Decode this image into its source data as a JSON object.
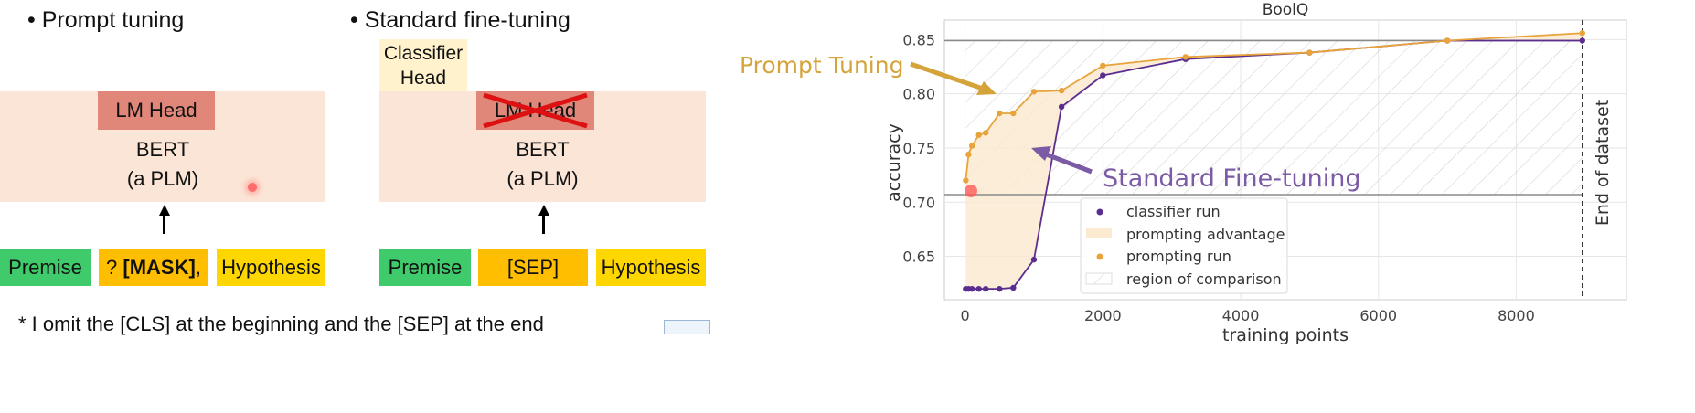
{
  "left_diagram": {
    "title": "• Prompt tuning",
    "head_label": "LM Head",
    "model_label_line1": "BERT",
    "model_label_line2": "(a PLM)",
    "tokens": [
      "Premise",
      "? [MASK],",
      "Hypothesis"
    ],
    "token_mask_prefix": "? ",
    "token_mask_bold": "[MASK]",
    "token_mask_suffix": ","
  },
  "middle_diagram": {
    "title": "• Standard fine-tuning",
    "classifier_line1": "Classifier",
    "classifier_line2": "Head",
    "head_label": "LM Head",
    "model_label_line1": "BERT",
    "model_label_line2": "(a PLM)",
    "tokens": [
      "Premise",
      "[SEP]",
      "Hypothesis"
    ]
  },
  "footnote": "* I omit the [CLS] at the beginning and the [SEP] at the end",
  "annotations": {
    "prompt_tuning": "Prompt Tuning",
    "standard_fine_tuning": "Standard Fine-tuning",
    "prompt_color": "#d4a43a",
    "standard_color": "#7b5aa6"
  },
  "chart_data": {
    "type": "line",
    "title": "BoolQ",
    "xlabel": "training points",
    "ylabel": "accuracy",
    "xlim": [
      -300,
      9600
    ],
    "ylim": [
      0.61,
      0.868
    ],
    "xticks": [
      0,
      2000,
      4000,
      6000,
      8000
    ],
    "yticks": [
      0.65,
      0.7,
      0.75,
      0.8,
      0.85
    ],
    "grid": true,
    "legend_placement": "bottom-center",
    "hlines": [
      0.849,
      0.707
    ],
    "vline": {
      "x": 8960,
      "label": "End of dataset"
    },
    "series": [
      {
        "name": "classifier run",
        "color": "#5b2d8e",
        "x": [
          10,
          50,
          100,
          200,
          300,
          500,
          700,
          1000,
          1400,
          2000,
          3200,
          5000,
          7000,
          8960
        ],
        "values": [
          0.62,
          0.62,
          0.62,
          0.62,
          0.62,
          0.62,
          0.621,
          0.647,
          0.788,
          0.817,
          0.832,
          0.838,
          0.849,
          0.849
        ]
      },
      {
        "name": "prompting run",
        "color": "#e8a33a",
        "x": [
          10,
          50,
          100,
          200,
          300,
          500,
          700,
          1000,
          1400,
          2000,
          3200,
          5000,
          7000,
          8960
        ],
        "values": [
          0.72,
          0.744,
          0.752,
          0.762,
          0.764,
          0.782,
          0.782,
          0.802,
          0.803,
          0.826,
          0.834,
          0.838,
          0.849,
          0.856
        ]
      }
    ],
    "legend": [
      {
        "label": "classifier run",
        "kind": "dot",
        "color": "#5b2d8e"
      },
      {
        "label": "prompting advantage",
        "kind": "patch",
        "color": "#fbe9d0"
      },
      {
        "label": "prompting run",
        "kind": "dot",
        "color": "#e8a33a"
      },
      {
        "label": "region of comparison",
        "kind": "hatch",
        "color": "#cccccc"
      }
    ]
  }
}
